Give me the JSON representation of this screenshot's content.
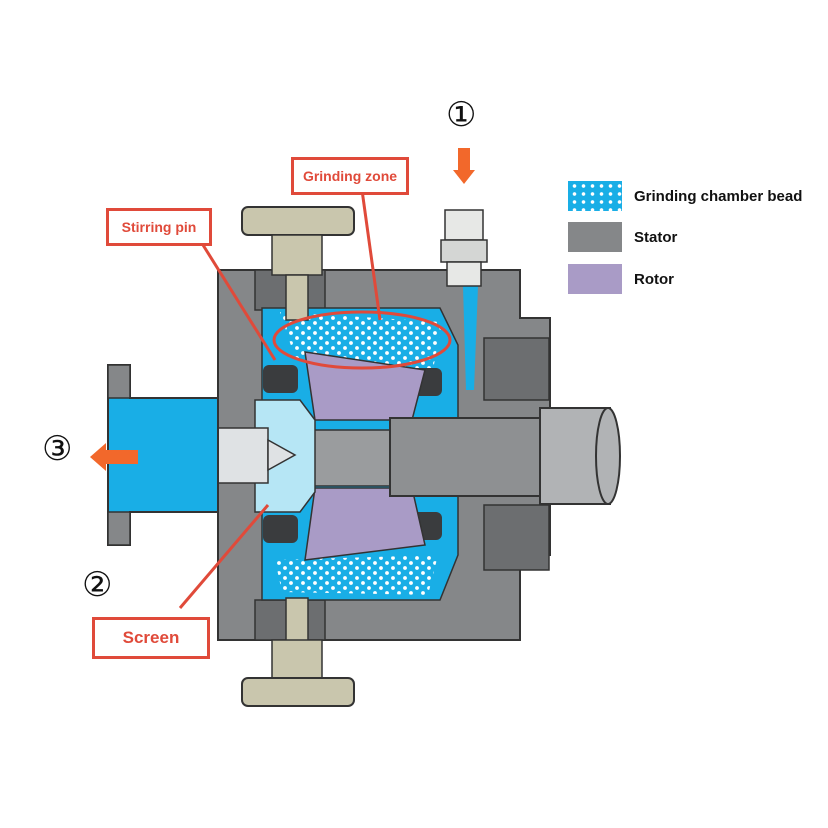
{
  "callouts": {
    "grinding_zone": "Grinding zone",
    "stirring_pin": "Stirring pin",
    "screen": "Screen"
  },
  "markers": {
    "inlet": "①",
    "screen_no": "②",
    "outlet": "③"
  },
  "legend": [
    {
      "label": "Grinding chamber bead",
      "color": "#19aee6"
    },
    {
      "label": "Stator",
      "color": "#858789"
    },
    {
      "label": "Rotor",
      "color": "#a99bc6"
    }
  ],
  "colors": {
    "bead": "#19aee6",
    "stator": "#858789",
    "rotor": "#a99bc6",
    "callout": "#e04a3a",
    "arrow": "#f2682b",
    "bolt": "#c9c6ad"
  }
}
